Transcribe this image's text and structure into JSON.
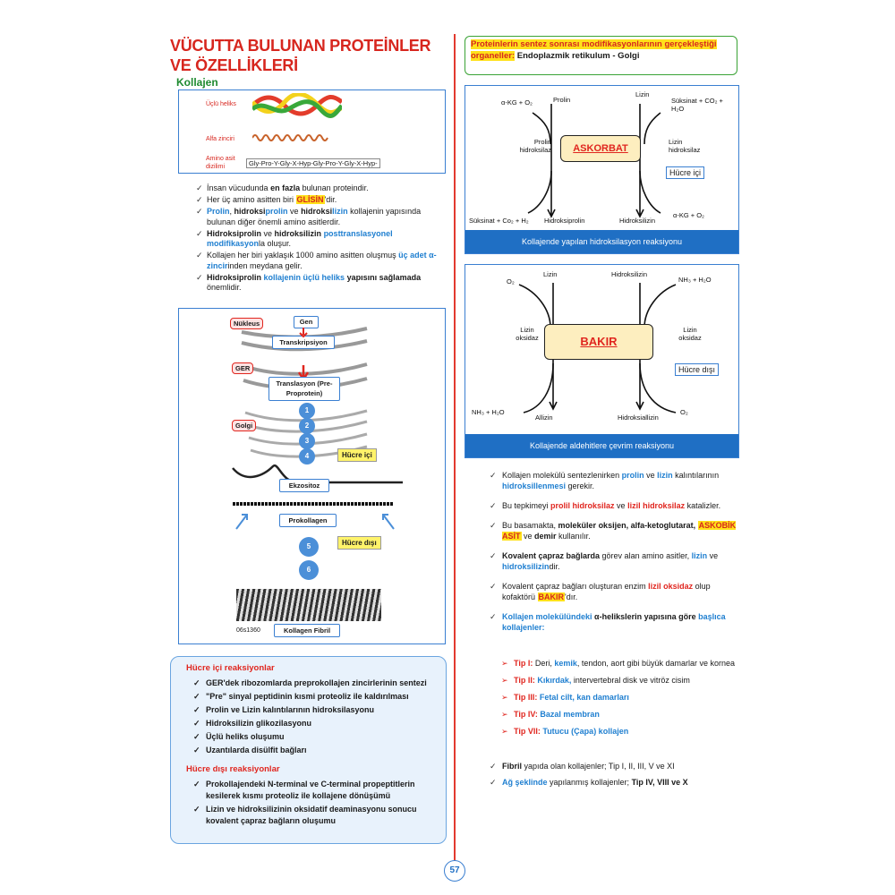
{
  "title": "VÜCUTTA BULUNAN PROTEİNLER VE ÖZELLİKLERİ",
  "subtitle": "Kollajen",
  "collagen_figure": {
    "labels": [
      "Üçlü heliks",
      "Alfa zinciri",
      "Amino asit dizilimi"
    ],
    "sequence": "Gly-Pro-Y-Gly-X-Hyp-Gly-Pro-Y-Gly-X-Hyp-"
  },
  "left_bullets": [
    {
      "parts": [
        [
          "n",
          "İnsan vücudunda "
        ],
        [
          "b",
          "en fazla"
        ],
        [
          "n",
          " bulunan proteindir."
        ]
      ]
    },
    {
      "parts": [
        [
          "n",
          "Her üç amino asitten biri "
        ],
        [
          "h",
          "GLİSİN"
        ],
        [
          "n",
          "'dir."
        ]
      ]
    },
    {
      "parts": [
        [
          "bl",
          "Prolin"
        ],
        [
          "n",
          ", "
        ],
        [
          "b",
          "hidroksi"
        ],
        [
          "bl",
          "prolin"
        ],
        [
          "n",
          " ve "
        ],
        [
          "b",
          "hidroksi"
        ],
        [
          "bl",
          "lizin"
        ],
        [
          "n",
          " kollajenin yapısında bulunan diğer önemli amino asitlerdir."
        ]
      ]
    },
    {
      "parts": [
        [
          "b",
          "Hidroksiprolin"
        ],
        [
          "n",
          " ve "
        ],
        [
          "b",
          "hidroksilizin"
        ],
        [
          "n",
          " "
        ],
        [
          "bl",
          "posttranslasyonel modifikasyon"
        ],
        [
          "n",
          "la oluşur."
        ]
      ]
    },
    {
      "parts": [
        [
          "n",
          "Kollajen her biri yaklaşık 1000 amino asitten oluşmuş "
        ],
        [
          "bl",
          "üç adet α-zincir"
        ],
        [
          "n",
          "inden meydana gelir."
        ]
      ]
    },
    {
      "parts": [
        [
          "b",
          "Hidroksiprolin"
        ],
        [
          "n",
          " "
        ],
        [
          "bl",
          "kollajenin üçlü heliks"
        ],
        [
          "n",
          " "
        ],
        [
          "b",
          "yapısını sağlamada"
        ],
        [
          "n",
          " önemlidir."
        ]
      ]
    }
  ],
  "synthesis_figure": {
    "nucleus": "Nükleus",
    "gen": "Gen",
    "transcription": "Transkripsiyon",
    "ger": "GER",
    "translation": "Translasyon (Pre-Proprotein)",
    "golgi": "Golgi",
    "steps": [
      "1",
      "2",
      "3",
      "4",
      "5",
      "6"
    ],
    "intra": "Hücre içi",
    "exocytosis": "Ekzositoz",
    "procollagen": "Prokollagen",
    "extra": "Hücre dışı",
    "fibril": "Kollagen Fibril",
    "code": "06s1360"
  },
  "notes": {
    "intra_title": "Hücre içi reaksiyonlar",
    "intra_items": [
      "GER'dek ribozomlarda preprokollajen zincirlerinin sentezi",
      "\"Pre\" sinyal peptidinin kısmi proteoliz ile kaldırılması",
      "Prolin ve Lizin kalıntılarının hidroksilasyonu",
      "Hidroksilizin glikozilasyonu",
      "Üçlü heliks oluşumu",
      "Uzantılarda disülfit bağları"
    ],
    "extra_title": "Hücre dışı reaksiyonlar",
    "extra_items": [
      "Prokollajendeki N-terminal ve C-terminal propeptitlerin kesilerek kısmı proteoliz ile kollajene dönüşümü",
      "Lizin ve hidroksilizinin oksidatif deaminasyonu sonucu kovalent çapraz bağların oluşumu"
    ]
  },
  "right_header": {
    "question": "Proteinlerin sentez sonrası modifikasyonlarının gerçekleştiği organeller:",
    "answer": " Endoplazmik retikulum - Golgi"
  },
  "diagram1": {
    "enzyme": "ASKORBAT",
    "akg_o2": "α-KG + O₂",
    "prolin": "Prolin",
    "lizin": "Lizin",
    "suksinat_co2": "Süksinat + CO₂ + H₂O",
    "prolin_hidroksilaz": "Prolin hidroksilaz",
    "lizin_hidroksilaz": "Lizin hidroksilaz",
    "place": "Hücre içi",
    "suksinat_bottom": "Süksinat + Co₂ + H₂",
    "hidroksiprolin": "Hidroksiprolin",
    "hidroksilizin": "Hidroksilizin",
    "akg_bottom": "α-KG + O₂",
    "caption": "Kollajende yapılan hidroksilasyon reaksiyonu"
  },
  "diagram2": {
    "enzyme": "BAKIR",
    "o2_top": "O₂",
    "lizin": "Lizin",
    "hidroksilizin": "Hidroksilizin",
    "nh3_top": "NH₃ + H₂O",
    "lizin_oksidaz_l": "Lizin oksidaz",
    "lizin_oksidaz_r": "Lizin oksidaz",
    "place": "Hücre dışı",
    "nh3_bottom": "NH₃ + H₂O",
    "allizin": "Allizin",
    "hidroksiallizin": "Hidroksiallizin",
    "o2_bottom": "O₂",
    "caption": "Kollajende aldehitlere çevrim reaksiyonu"
  },
  "right_bullets": [
    {
      "parts": [
        [
          "n",
          "Kollajen molekülü sentezlenirken "
        ],
        [
          "bl",
          "prolin"
        ],
        [
          "n",
          " ve "
        ],
        [
          "bl",
          "lizin"
        ],
        [
          "n",
          " kalıntılarının "
        ],
        [
          "bl",
          "hidroksillenmesi"
        ],
        [
          "n",
          " gerekir."
        ]
      ]
    },
    {
      "parts": [
        [
          "n",
          "Bu tepkimeyi "
        ],
        [
          "r",
          "prolil hidroksilaz"
        ],
        [
          "n",
          " ve "
        ],
        [
          "r",
          "lizil hidroksilaz"
        ],
        [
          "n",
          " katalizler."
        ]
      ]
    },
    {
      "parts": [
        [
          "n",
          "Bu basamakta, "
        ],
        [
          "b",
          "moleküler oksijen, alfa-ketoglutarat,"
        ],
        [
          "n",
          " "
        ],
        [
          "h",
          "ASKOBİK ASİT"
        ],
        [
          "n",
          " ve "
        ],
        [
          "b",
          "demir"
        ],
        [
          "n",
          " kullanılır."
        ]
      ]
    },
    {
      "parts": [
        [
          "b",
          "Kovalent çapraz bağlarda"
        ],
        [
          "n",
          " görev alan amino asitler, "
        ],
        [
          "bl",
          "lizin"
        ],
        [
          "n",
          " ve "
        ],
        [
          "bl",
          "hidroksilizin"
        ],
        [
          "n",
          "dir."
        ]
      ]
    },
    {
      "parts": [
        [
          "n",
          "Kovalent çapraz bağları oluşturan enzim "
        ],
        [
          "r",
          "lizil oksidaz"
        ],
        [
          "n",
          " olup kofaktörü "
        ],
        [
          "h",
          "BAKIR"
        ],
        [
          "n",
          "'dır."
        ]
      ]
    },
    {
      "parts": [
        [
          "bl",
          "Kollajen molekülündeki"
        ],
        [
          "n",
          " "
        ],
        [
          "b",
          "α-helikslerin yapısına göre"
        ],
        [
          "n",
          " "
        ],
        [
          "bl",
          "başlıca kollajenler:"
        ]
      ]
    }
  ],
  "collagen_types": [
    {
      "parts": [
        [
          "r",
          "Tip I:"
        ],
        [
          "n",
          " Deri, "
        ],
        [
          "bl",
          "kemik"
        ],
        [
          "n",
          ", tendon, aort gibi büyük damarlar ve kornea"
        ]
      ]
    },
    {
      "parts": [
        [
          "r",
          "Tip II:"
        ],
        [
          "n",
          " "
        ],
        [
          "bl",
          "Kıkırdak,"
        ],
        [
          "n",
          " intervertebral disk ve vitröz cisim"
        ]
      ]
    },
    {
      "parts": [
        [
          "r",
          "Tip III:"
        ],
        [
          "n",
          " "
        ],
        [
          "bl",
          "Fetal cilt, kan damarları"
        ]
      ]
    },
    {
      "parts": [
        [
          "r",
          "Tip IV:"
        ],
        [
          "n",
          " "
        ],
        [
          "bl",
          "Bazal membran"
        ]
      ]
    },
    {
      "parts": [
        [
          "r",
          "Tip VII:"
        ],
        [
          "n",
          " "
        ],
        [
          "bl",
          "Tutucu (Çapa) kollajen"
        ]
      ]
    }
  ],
  "final_bullets": [
    {
      "parts": [
        [
          "b",
          "Fibril"
        ],
        [
          "n",
          " yapıda olan kollajenler; Tip I, II, III, V ve XI"
        ]
      ]
    },
    {
      "parts": [
        [
          "bl",
          "Ağ şeklinde"
        ],
        [
          "n",
          " yapılanmış kollajenler; "
        ],
        [
          "b",
          "Tip IV, VIII ve X"
        ]
      ]
    }
  ],
  "page_number": "57"
}
